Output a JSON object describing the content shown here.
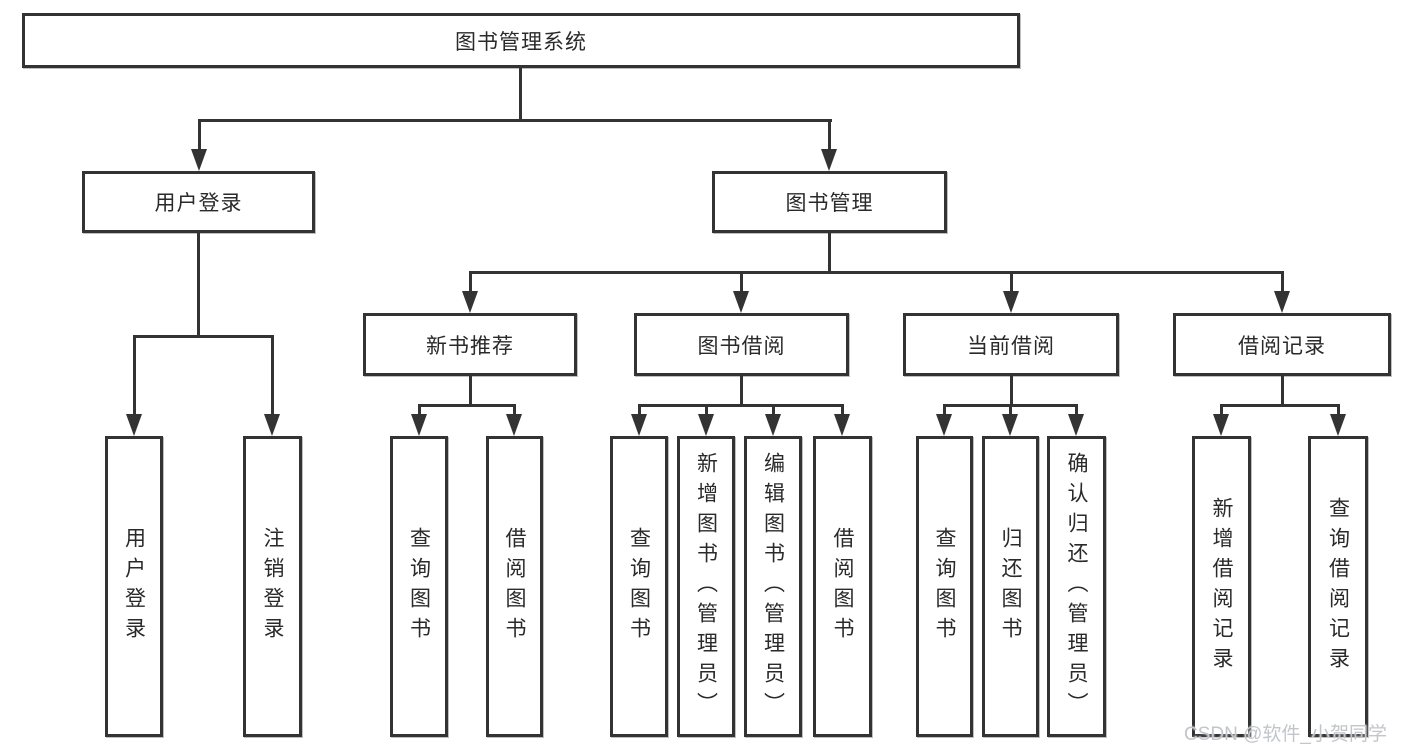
{
  "nodes": {
    "root": "图书管理系统",
    "user_login": "用户登录",
    "book_mgmt": "图书管理",
    "new_books": "新书推荐",
    "borrow": "图书借阅",
    "current": "当前借阅",
    "records": "借阅记录"
  },
  "leaves": {
    "login": [
      "用户登录",
      "注销登录"
    ],
    "new_books": [
      "查询图书",
      "借阅图书"
    ],
    "borrow": [
      "查询图书",
      "新增图书（管理员）",
      "编辑图书（管理员）",
      "借阅图书"
    ],
    "current": [
      "查询图书",
      "归还图书",
      "确认归还（管理员）"
    ],
    "records": [
      "新增借阅记录",
      "查询借阅记录"
    ]
  },
  "watermark": "CSDN @软件_小贺同学",
  "colors": {
    "line": "#333333",
    "text": "#2a2a2a",
    "background": "#ffffff",
    "watermark": "#c2c5ca"
  }
}
